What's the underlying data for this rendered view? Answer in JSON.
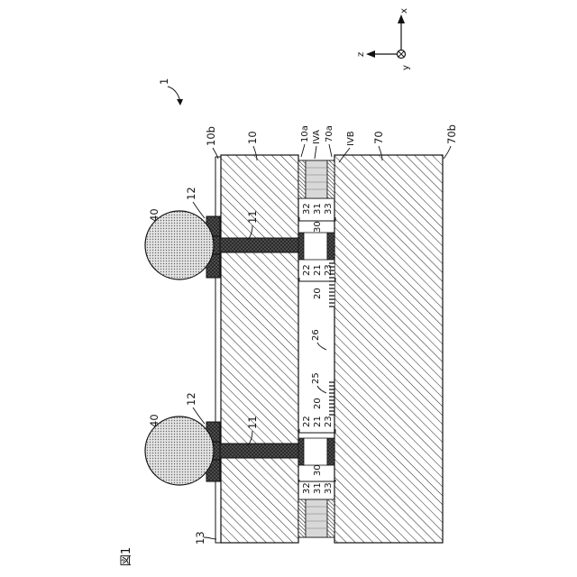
{
  "figure_label": "図1",
  "axes": {
    "x": "x",
    "y": "y",
    "z": "z"
  },
  "refs": {
    "device": "1",
    "substrate_first": "10",
    "surface_10a": "10a",
    "surface_10b": "10b",
    "via_left": "11",
    "via_right": "11",
    "pad_left": "12",
    "pad_right": "12",
    "film_13": "13",
    "element_20_upper": "20",
    "element_20_lower": "20",
    "layer_21_upper": "21",
    "layer_21_lower": "21",
    "layer_22_upper": "22",
    "layer_22_lower": "22",
    "layer_23_upper": "23",
    "layer_23_lower": "23",
    "comb_25": "25",
    "comb_26": "26",
    "seal_30_upper": "30",
    "seal_30_lower": "30",
    "seal_31_upper": "31",
    "seal_31_lower": "31",
    "seal_32_upper": "32",
    "seal_32_lower": "32",
    "seal_33_upper": "33",
    "seal_33_lower": "33",
    "bump_upper": "40",
    "bump_lower": "40",
    "substrate_second": "70",
    "surface_70a": "70a",
    "surface_70b": "70b",
    "section_iva": "IVA",
    "section_ivb": "IVB"
  }
}
